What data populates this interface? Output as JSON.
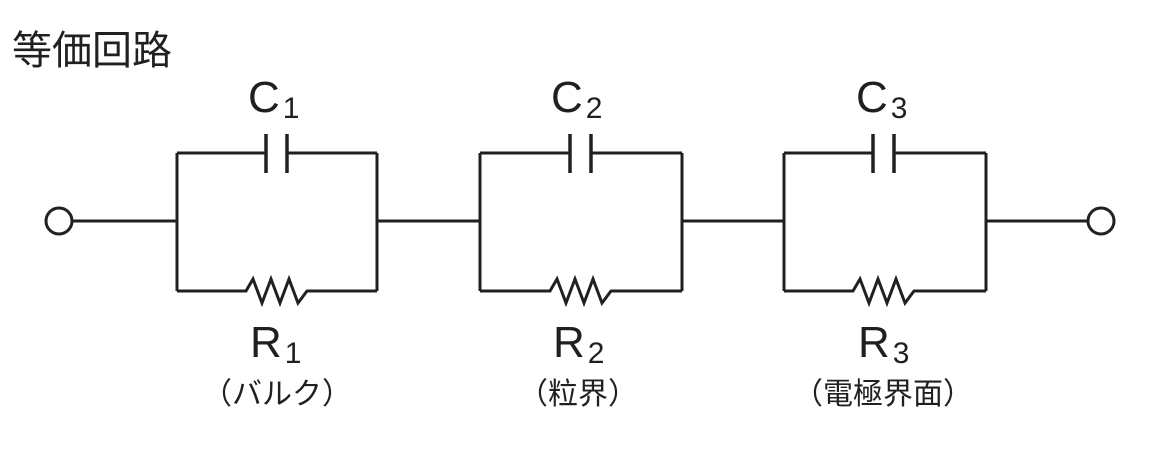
{
  "title": "等価回路",
  "stages": [
    {
      "capacitor": {
        "symbol": "C",
        "subscript": "1"
      },
      "resistor": {
        "symbol": "R",
        "subscript": "1"
      },
      "description": "（バルク）"
    },
    {
      "capacitor": {
        "symbol": "C",
        "subscript": "2"
      },
      "resistor": {
        "symbol": "R",
        "subscript": "2"
      },
      "description": "（粒界）"
    },
    {
      "capacitor": {
        "symbol": "C",
        "subscript": "3"
      },
      "resistor": {
        "symbol": "R",
        "subscript": "3"
      },
      "description": "（電極界面）"
    }
  ],
  "colors": {
    "ink": "#231f20",
    "background": "#ffffff"
  }
}
